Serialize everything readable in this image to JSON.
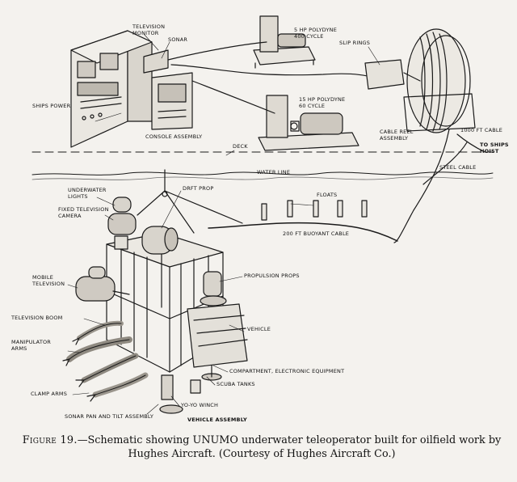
{
  "labels": {
    "television_monitor": "TELEVISION\nMONITOR",
    "sonar": "SONAR",
    "ships_power": "SHIPS POWER",
    "console_assembly": "CONSOLE ASSEMBLY",
    "polydyne_5hp": "5 HP POLYDYNE\n400 CYCLE",
    "polydyne_15hp": "15 HP POLYDYNE\n60 CYCLE",
    "slip_rings": "SLIP RINGS",
    "cable_reel_assembly": "CABLE REEL\nASSEMBLY",
    "cable_1000": "1000 FT CABLE",
    "to_ships_hoist": "TO SHIPS\nHOIST",
    "steel_cable": "STEEL CABLE",
    "deck": "DECK",
    "water_line": "WATER LINE",
    "underwater_lights": "UNDERWATER\nLIGHTS",
    "fixed_television_camera": "FIXED TELEVISION\nCAMERA",
    "drift_prop": "DRFT PROP",
    "floats": "FLOATS",
    "buoyant_cable": "200 FT BUOYANT CABLE",
    "mobile_television": "MOBILE\nTELEVISION",
    "propulsion_props": "PROPULSION PROPS",
    "television_boom": "TELEVISION BOOM",
    "manipulator_arms": "MANIPULATOR\nARMS",
    "vehicle": "VEHICLE",
    "compartment_electronic": "COMPARTMENT, ELECTRONIC EQUIPMENT",
    "scuba_tanks": "SCUBA TANKS",
    "clamp_arms": "CLAMP ARMS",
    "yo_yo_winch": "YO-YO WINCH",
    "sonar_pan_tilt": "SONAR PAN AND TILT ASSEMBLY",
    "vehicle_assembly": "VEHICLE ASSEMBLY"
  },
  "caption": {
    "figure": "Figure 19.",
    "text": "—Schematic showing UNUMO underwater teleoperator built for oilfield work by Hughes Aircraft. (Courtesy of Hughes Aircraft Co.)"
  },
  "colors": {
    "ink": "#1a1a1a",
    "paper": "#f4f2ee",
    "shade": "#8a8a8a"
  }
}
